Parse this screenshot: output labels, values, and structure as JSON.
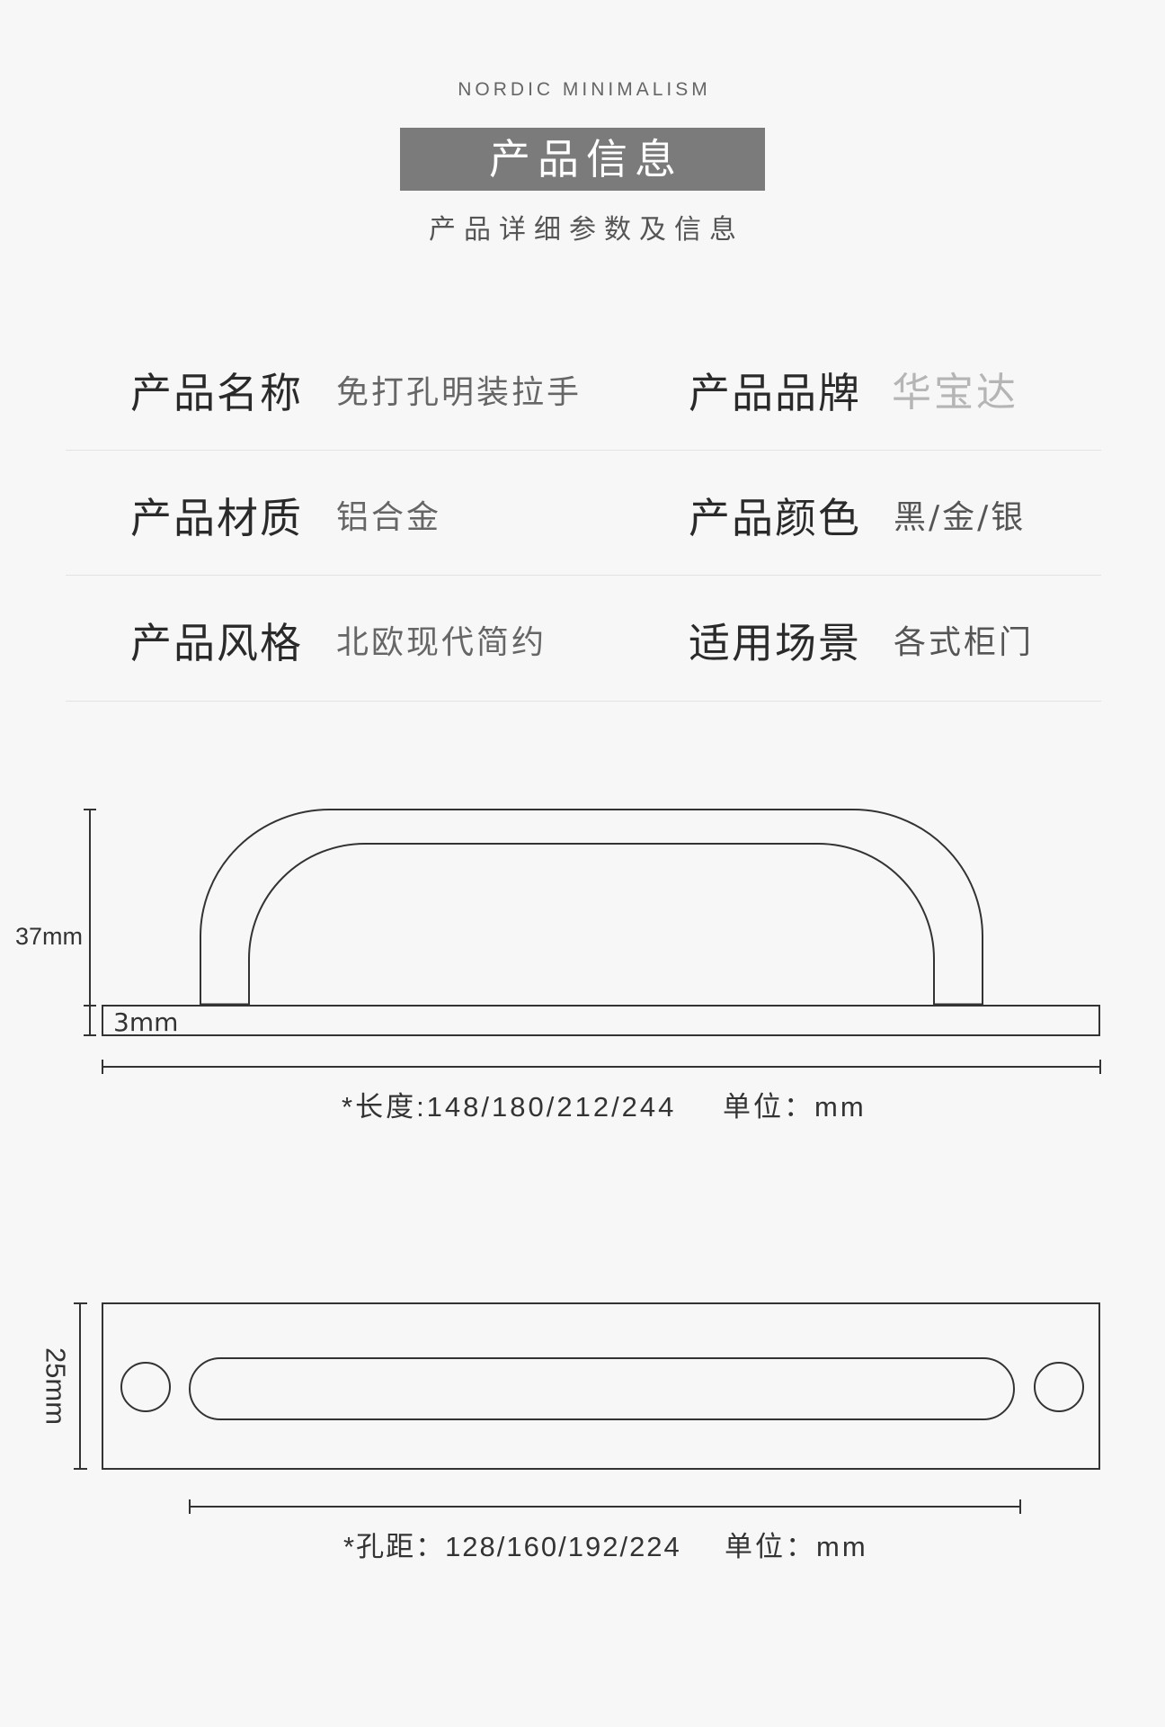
{
  "header": {
    "eyebrow": "NORDIC MINIMALISM",
    "title": "产品信息",
    "subtitle": "产品详细参数及信息"
  },
  "specs": [
    {
      "left": {
        "label": "产品名称",
        "value": "免打孔明装拉手"
      },
      "right": {
        "label": "产品品牌",
        "value": "华宝达"
      }
    },
    {
      "left": {
        "label": "产品材质",
        "value": "铝合金"
      },
      "right": {
        "label": "产品颜色",
        "value": "黑/金/银"
      }
    },
    {
      "left": {
        "label": "产品风格",
        "value": "北欧现代简约"
      },
      "right": {
        "label": "适用场景",
        "value": "各式柜门"
      }
    }
  ],
  "side_view": {
    "height_label": "37mm",
    "plate_thickness_label": "3mm",
    "length_note": "*长度:148/180/212/244",
    "unit_note": "单位：mm"
  },
  "top_view": {
    "width_label": "25mm",
    "hole_spacing_note": "*孔距：128/160/192/224",
    "unit_note": "单位：mm"
  },
  "colors": {
    "background": "#f7f7f7",
    "banner": "#7b7b7b",
    "label_text": "#2a2a2a",
    "value_text": "#666666",
    "brand_text": "#b5b5b5",
    "line": "#333333"
  }
}
